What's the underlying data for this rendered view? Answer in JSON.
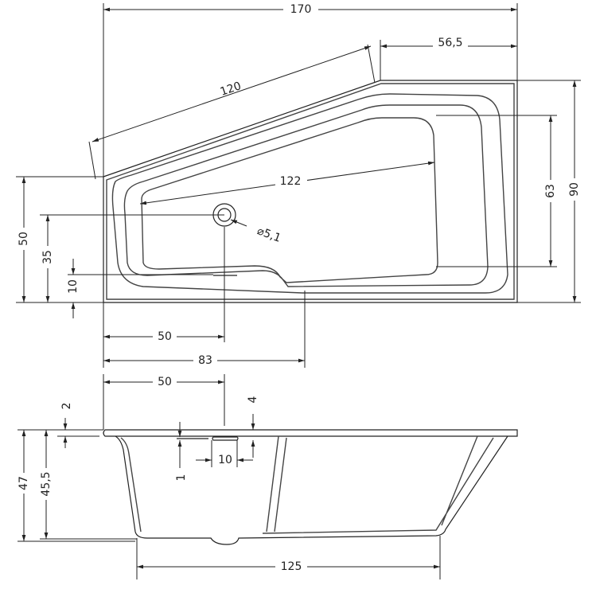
{
  "top_view": {
    "dims": {
      "overall_length": "170",
      "short_side": "56,5",
      "slanted_edge": "120",
      "inner_diagonal": "122",
      "inner_width": "63",
      "overall_width": "90",
      "left_height": "50",
      "drain_offset_y": "35",
      "step_height": "10",
      "drain_offset_x": "50",
      "step_offset_x": "83",
      "drain_diameter": "⌀5,1"
    }
  },
  "side_view": {
    "dims": {
      "drain_offset_x": "50",
      "rim_thickness": "2",
      "overflow_depth": "4",
      "overflow_height": "1",
      "overflow_width": "10",
      "total_height": "47",
      "inner_depth": "45,5",
      "bottom_length": "125"
    }
  },
  "colors": {
    "line": "#222222",
    "background": "#ffffff"
  }
}
